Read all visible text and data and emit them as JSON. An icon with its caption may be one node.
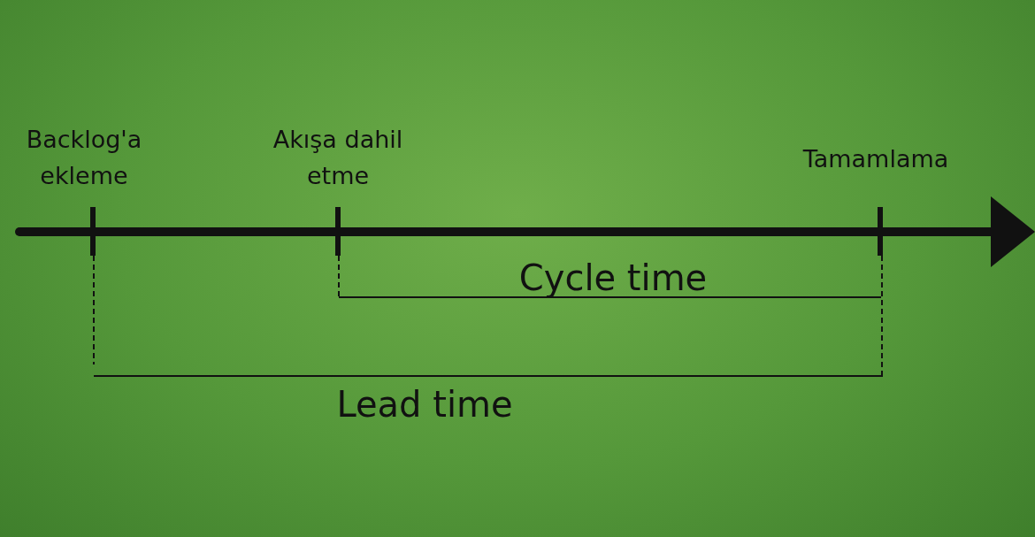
{
  "diagram": {
    "labels": [
      "Backlog'a ekleme",
      "Akışa dahil etme",
      "Tamamlama",
      "Cycle time",
      "Lead time"
    ]
  }
}
